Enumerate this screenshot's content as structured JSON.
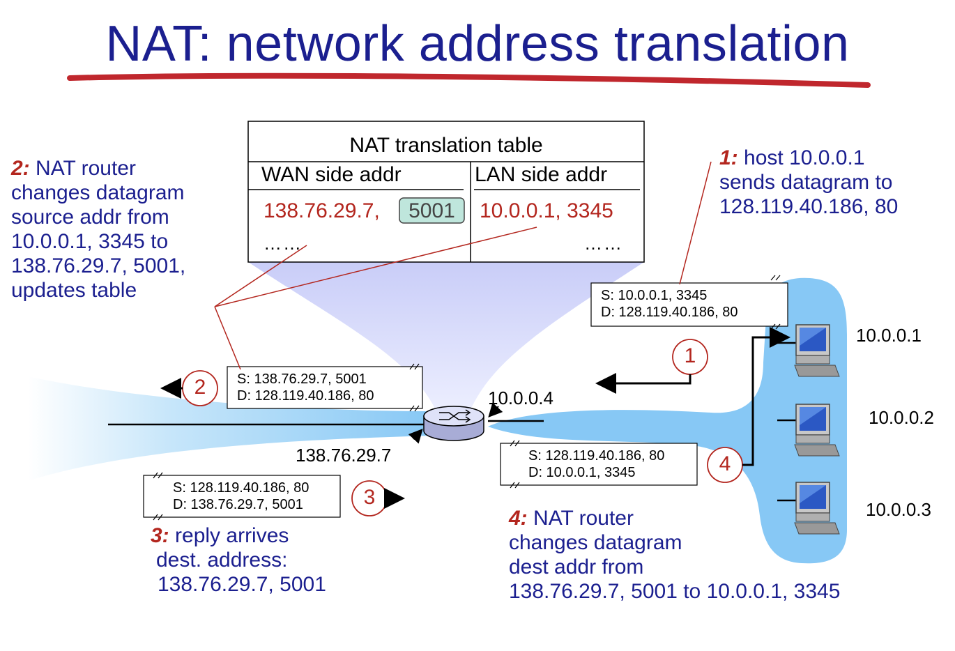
{
  "title": "NAT: network address translation",
  "colors": {
    "title_blue": "#1b1f8f",
    "accent_red": "#b3261e",
    "lan_cloud": "#87c8f5",
    "highlight_port": "#bfe6dc"
  },
  "table": {
    "caption": "NAT translation table",
    "col_wan": "WAN side addr",
    "col_lan": "LAN side addr",
    "row_wan_ip": "138.76.29.7,",
    "row_wan_port": "5001",
    "row_lan": "10.0.0.1, 3345",
    "ellipsis_left": "……",
    "ellipsis_right": "……"
  },
  "annotations": {
    "step1": {
      "num": "1:",
      "lines": [
        "host 10.0.0.1",
        "sends datagram to",
        "128.119.40.186, 80"
      ]
    },
    "step2": {
      "num": "2:",
      "lines": [
        "NAT router",
        "changes datagram",
        "source addr from",
        "10.0.0.1, 3345 to",
        "138.76.29.7, 5001,",
        "updates table"
      ]
    },
    "step3": {
      "num": "3:",
      "lines": [
        "reply arrives",
        "dest. address:",
        "138.76.29.7, 5001"
      ]
    },
    "step4": {
      "num": "4:",
      "lines": [
        "NAT router",
        "changes datagram",
        "dest addr from",
        "138.76.29.7, 5001 to 10.0.0.1, 3345"
      ]
    }
  },
  "packets": {
    "p1": {
      "src": "S: 10.0.0.1, 3345",
      "dst": "D: 128.119.40.186, 80"
    },
    "p2": {
      "src": "S: 138.76.29.7, 5001",
      "dst": "D: 128.119.40.186, 80"
    },
    "p3": {
      "src": "S: 128.119.40.186, 80",
      "dst": "D: 138.76.29.7, 5001"
    },
    "p4": {
      "src": "S: 128.119.40.186, 80",
      "dst": "D: 10.0.0.1, 3345"
    }
  },
  "steps": [
    "1",
    "2",
    "3",
    "4"
  ],
  "addresses": {
    "router_lan": "10.0.0.4",
    "router_wan": "138.76.29.7",
    "host1": "10.0.0.1",
    "host2": "10.0.0.2",
    "host3": "10.0.0.3"
  },
  "icons": [
    "router-icon",
    "host-computer-icon"
  ]
}
